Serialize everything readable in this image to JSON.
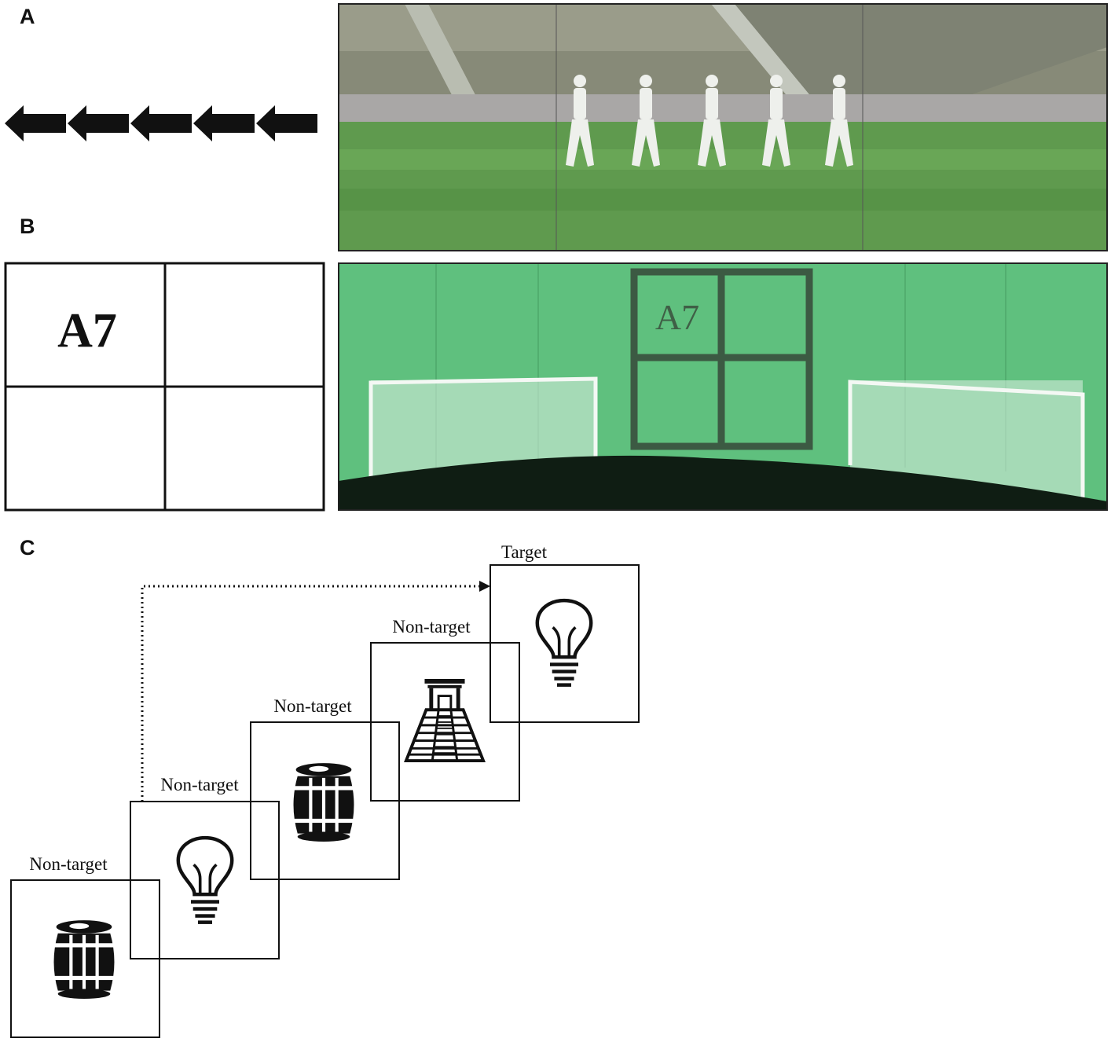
{
  "panels": {
    "a": {
      "letter": "A"
    },
    "b": {
      "letter": "B",
      "grid_text": "A7",
      "screen_text": "A7"
    },
    "c": {
      "letter": "C"
    }
  },
  "sequence": [
    {
      "label": "Non-target",
      "icon": "barrel-icon"
    },
    {
      "label": "Non-target",
      "icon": "lightbulb-icon"
    },
    {
      "label": "Non-target",
      "icon": "barrel-icon"
    },
    {
      "label": "Non-target",
      "icon": "pyramid-temple-icon"
    },
    {
      "label": "Target",
      "icon": "lightbulb-icon"
    }
  ],
  "colors": {
    "stadium_grass": "#5f9a4e",
    "stadium_stands": "#8c8f7a",
    "green_screen": "#5fc07e",
    "dark_ground": "#0f1d13",
    "outline": "#111111"
  }
}
